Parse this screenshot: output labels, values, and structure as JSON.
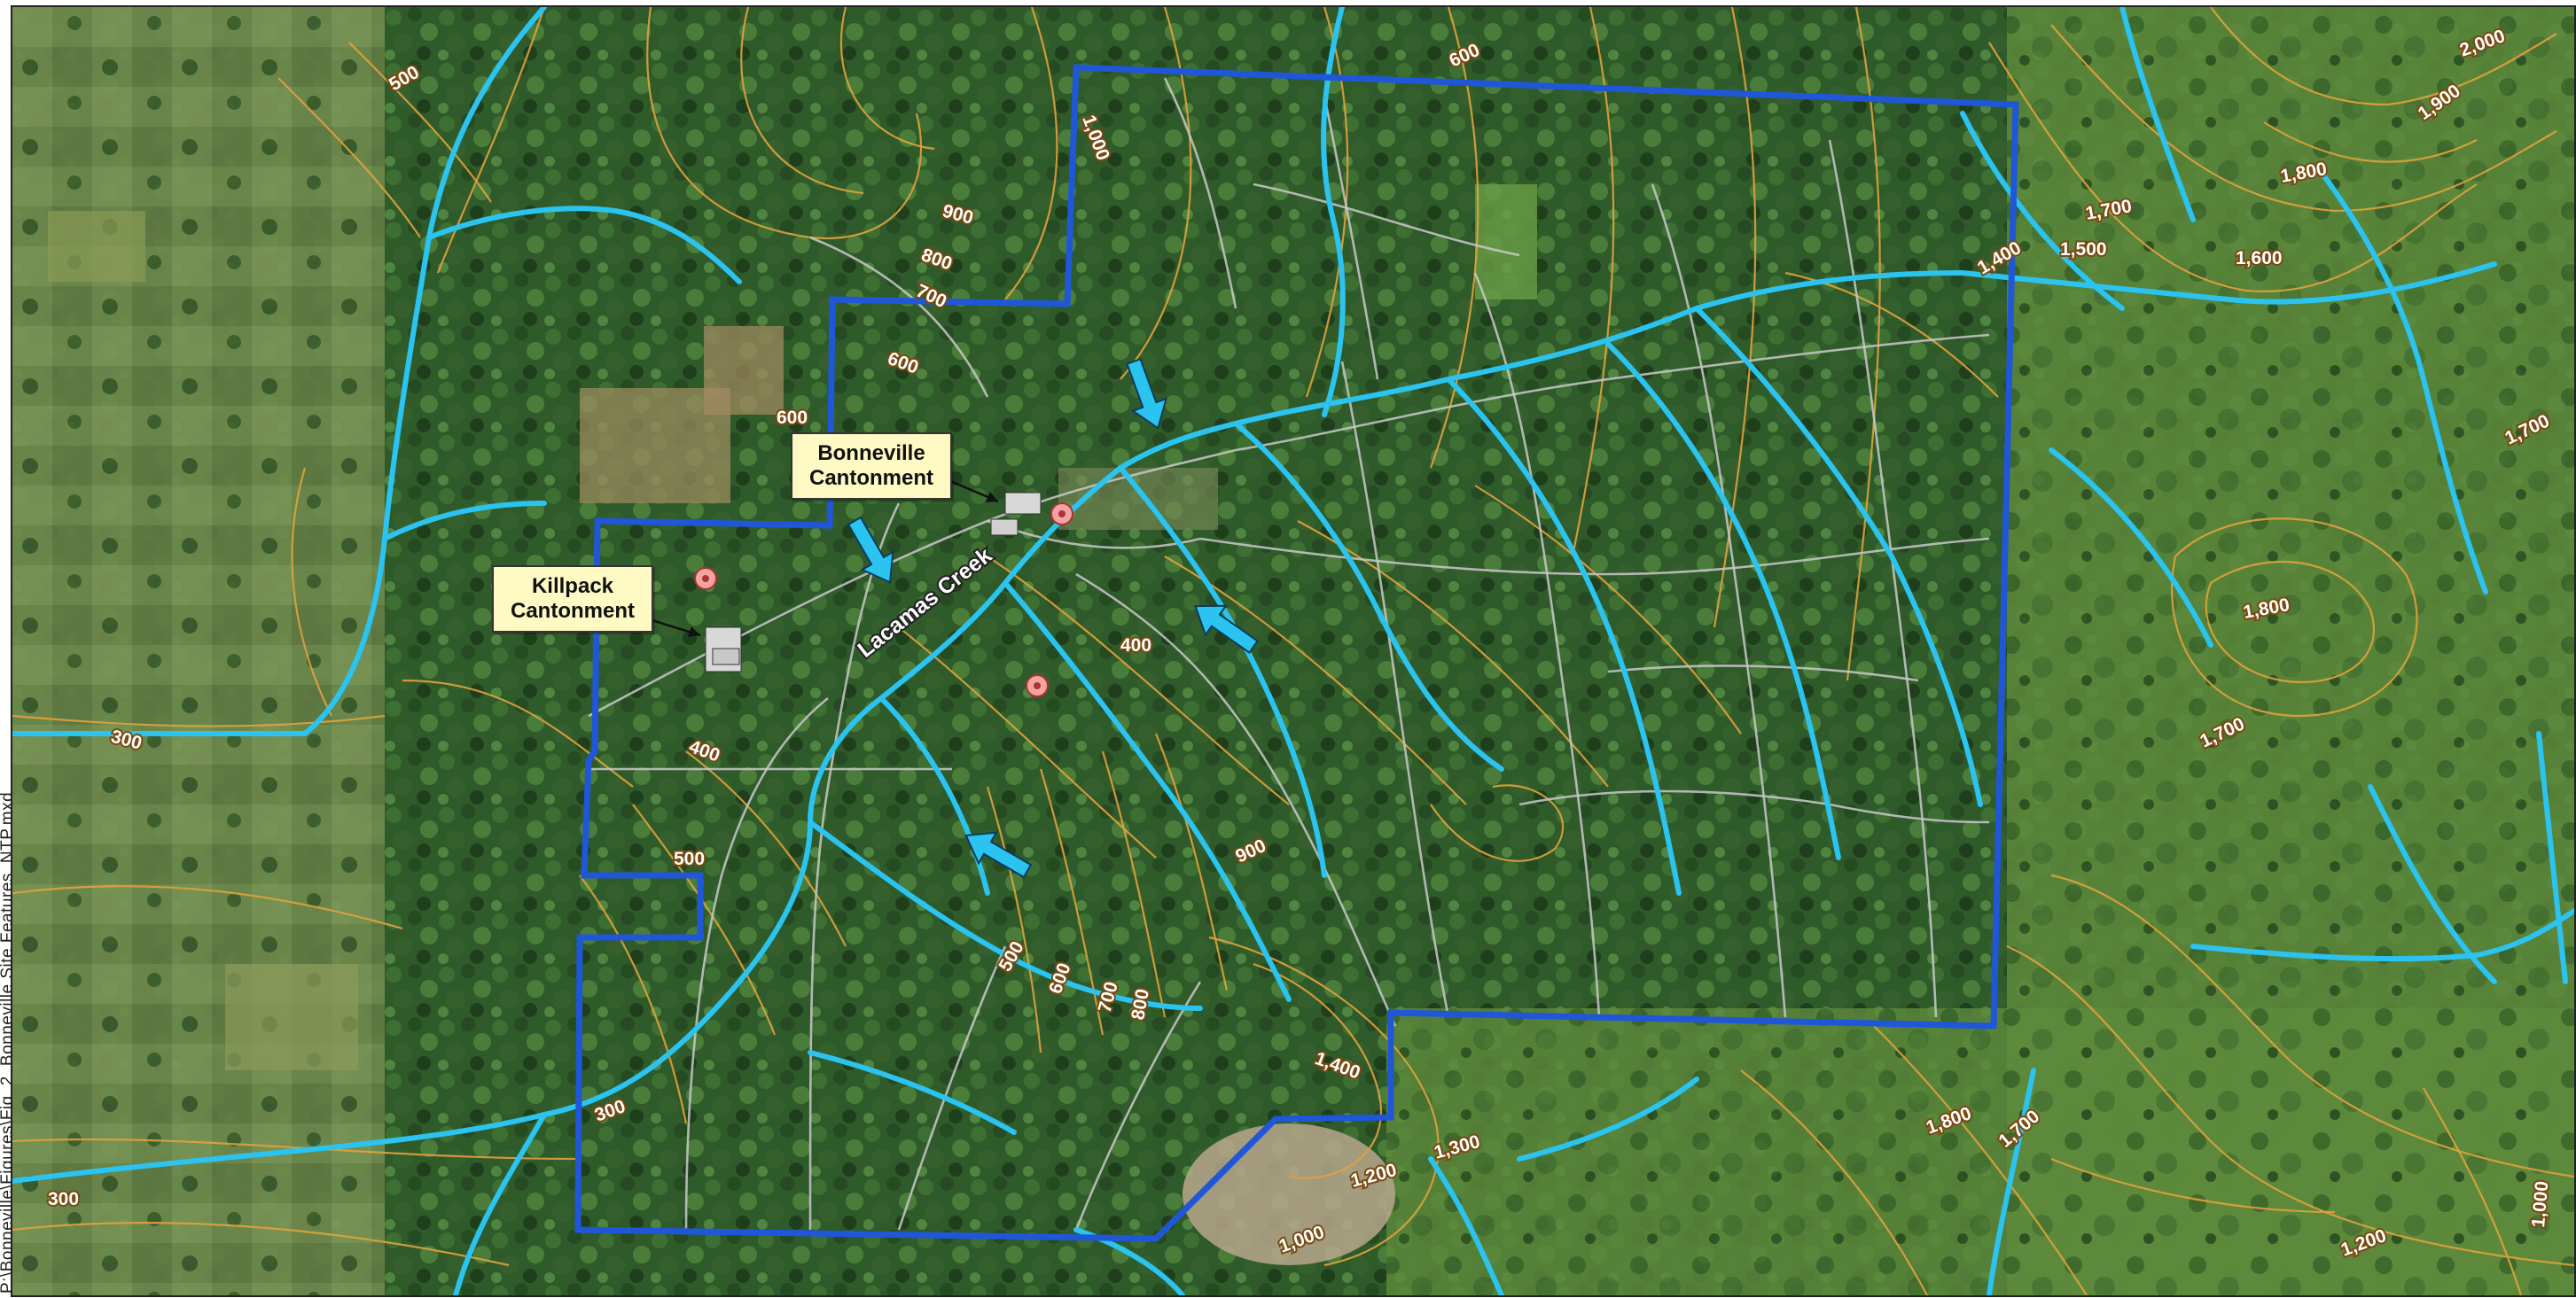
{
  "side_text": "P:\\Bonneville\\Figures\\Fig_2_Bonneville Site Features_NTP.mxd",
  "callouts": {
    "bonneville": {
      "line1": "Bonneville",
      "line2": "Cantonment"
    },
    "killpack": {
      "line1": "Killpack",
      "line2": "Cantonment"
    }
  },
  "creek_label": "Lacamas Creek",
  "contour_labels": [
    "500",
    "600",
    "1,000",
    "900",
    "800",
    "700",
    "600",
    "600",
    "400",
    "400",
    "500",
    "300",
    "300",
    "300",
    "2,000",
    "1,900",
    "1,800",
    "1,700",
    "1,600",
    "1,500",
    "1,400",
    "1,700",
    "1,800",
    "1,700",
    "900",
    "500",
    "600",
    "700",
    "800",
    "1,400",
    "1,300",
    "1,200",
    "1,000",
    "1,800",
    "1,700",
    "1,200",
    "1,000"
  ],
  "colors": {
    "boundary": "#1f57d8",
    "stream": "#2bc3f0",
    "contour": "#e0a23c",
    "road": "#c9c9c9",
    "callout_fill": "#fff9c4",
    "site_marker": "#f4a3a3"
  },
  "icons": {
    "site_marker": "circle-dot-icon",
    "flow_arrow": "arrow-icon"
  }
}
